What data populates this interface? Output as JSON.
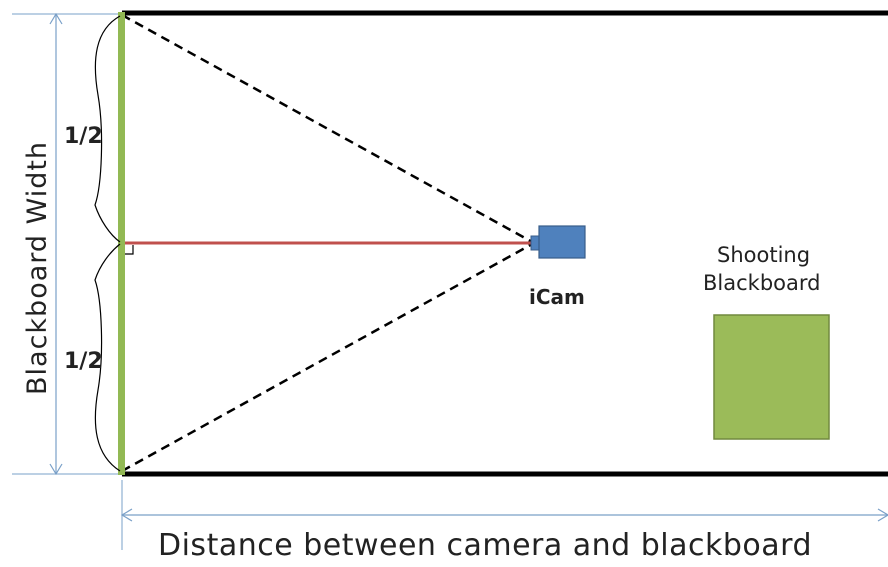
{
  "diagram": {
    "width_label": "Blackboard Width",
    "half_top": "1/2",
    "half_bottom": "1/2",
    "camera_label": "iCam",
    "shooting_label_line1": "Shooting",
    "shooting_label_line2": "Blackboard",
    "distance_label": "Distance between camera and blackboard"
  },
  "colors": {
    "blackboard_wall": "#92b954",
    "frame": "#000000",
    "center_line": "#c0504d",
    "camera": "#4f81bd",
    "shooting_blackboard": "#9bbb59",
    "dimension_arrows": "#4f81bd"
  }
}
